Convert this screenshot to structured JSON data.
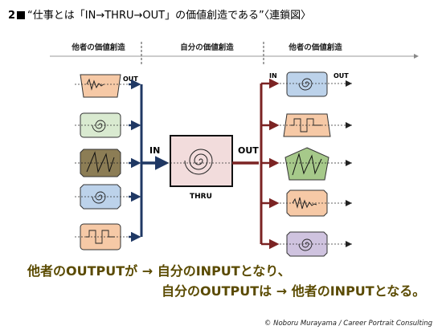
{
  "title": {
    "number": "2",
    "text": "“仕事とは「IN→THRU→OUT」の価値創造である”〈連鎖図〉"
  },
  "headers": {
    "left": "他者の価値創造",
    "center": "自分の価値創造",
    "right": "他者の価値創造"
  },
  "labels": {
    "out_top_left": "OUT",
    "in_center": "IN",
    "out_center": "OUT",
    "thru": "THRU",
    "in_top_right": "IN",
    "out_top_right": "OUT"
  },
  "bottom": {
    "line1_a": "他者のOUTPUTが",
    "line1_arrow": "→",
    "line1_b": "自分のINPUTとなり、",
    "line2_a": "自分のOUTPUTは",
    "line2_arrow": "→",
    "line2_b": "他者のINPUTとなる。"
  },
  "copyright": "© Noboru Murayama / Career Portrait Consulting",
  "colors": {
    "navy": "#1f3864",
    "darkred": "#7b2323",
    "left_box_1": "#f6c9a6",
    "left_box_2": "#d9ead0",
    "left_box_3": "#8c7d55",
    "left_box_4": "#bcd2ea",
    "left_box_5": "#f6c9a6",
    "right_box_1": "#bcd2ea",
    "right_box_2": "#f6c9a6",
    "right_box_3": "#a6c98a",
    "right_box_4": "#f6c9a6",
    "right_box_5": "#cfc3df",
    "center_box": "#f2dcdc",
    "bottom_text": "#5a4a00"
  }
}
